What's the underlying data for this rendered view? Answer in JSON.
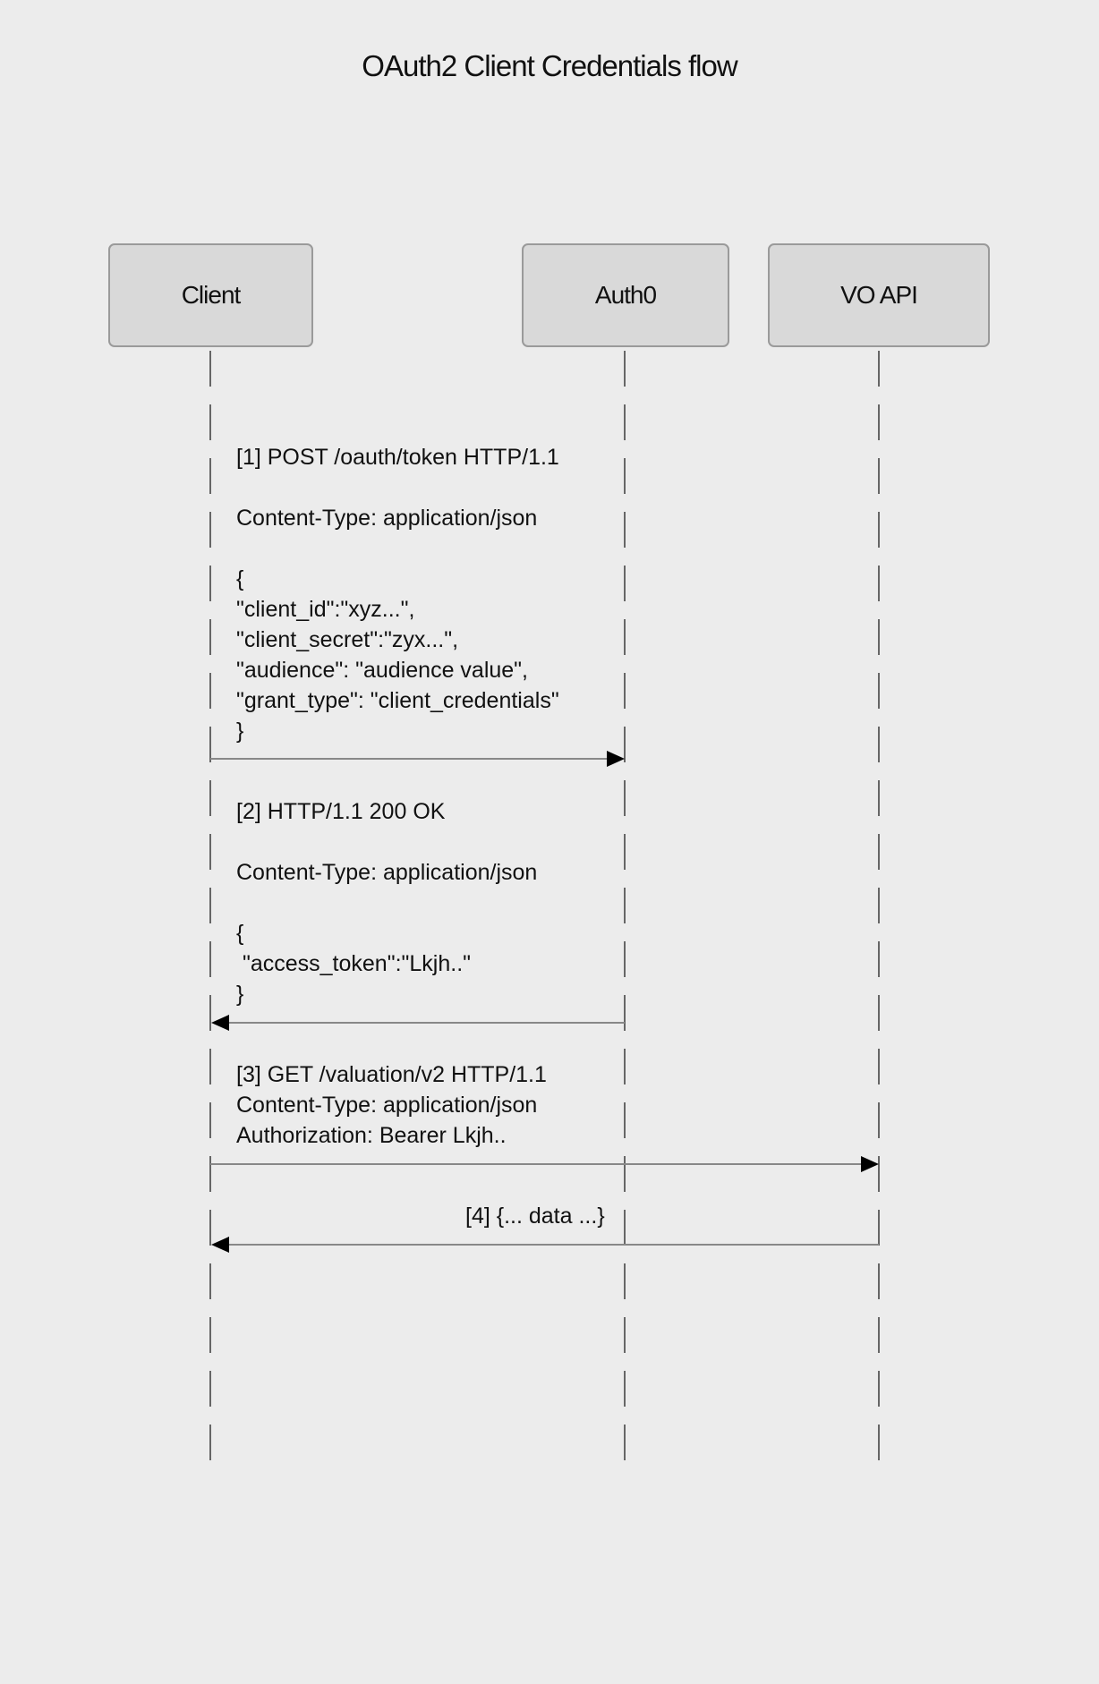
{
  "title": "OAuth2 Client Credentials flow",
  "actors": [
    {
      "label": "Client"
    },
    {
      "label": "Auth0"
    },
    {
      "label": "VO API"
    }
  ],
  "messages": [
    {
      "from": "Client",
      "to": "Auth0",
      "text": "[1] POST /oauth/token HTTP/1.1\n\nContent-Type: application/json\n\n{\n\"client_id\":\"xyz...\",\n\"client_secret\":\"zyx...\",\n\"audience\": \"audience value\",\n\"grant_type\": \"client_credentials\"\n}"
    },
    {
      "from": "Auth0",
      "to": "Client",
      "text": "[2] HTTP/1.1 200 OK\n\nContent-Type: application/json\n\n{\n \"access_token\":\"Lkjh..\"\n}"
    },
    {
      "from": "Client",
      "to": "VO API",
      "text": "[3] GET /valuation/v2 HTTP/1.1\nContent-Type: application/json\nAuthorization: Bearer Lkjh.."
    },
    {
      "from": "VO API",
      "to": "Client",
      "text": "[4] {... data ...}"
    }
  ],
  "colors": {
    "background": "#ececec",
    "actor_fill": "#d9d9d9",
    "actor_border": "#9a9a9a",
    "lifeline": "#666666",
    "arrow_line": "#888888",
    "arrow_head": "#000000"
  }
}
